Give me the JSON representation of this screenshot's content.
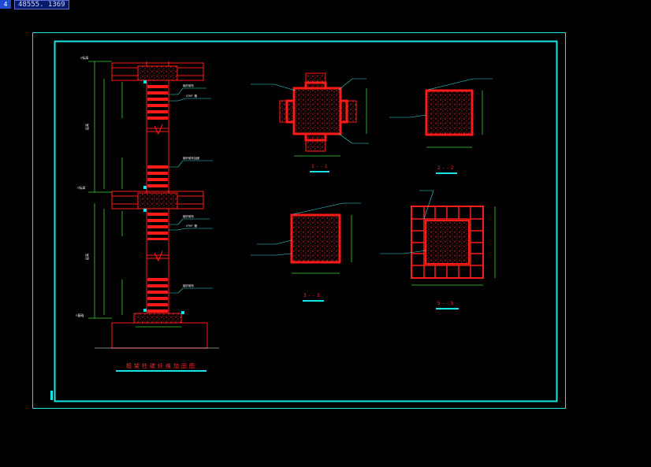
{
  "status": {
    "coordinate": "48555. 1369",
    "marker": "4"
  },
  "drawing": {
    "main_title": "框架柱碳纤维加固图",
    "sections": [
      {
        "id": "s1",
        "label": "1--1"
      },
      {
        "id": "s2",
        "label": "2--2"
      },
      {
        "id": "s3",
        "label": "3--3"
      },
      {
        "id": "s4",
        "label": "5--5"
      }
    ]
  },
  "colors": {
    "frame": "#17e4e4",
    "linework": "#ff1a1a",
    "dimension": "#3ccf3c",
    "leader": "#2fe0e0",
    "text": "#ffffff"
  }
}
